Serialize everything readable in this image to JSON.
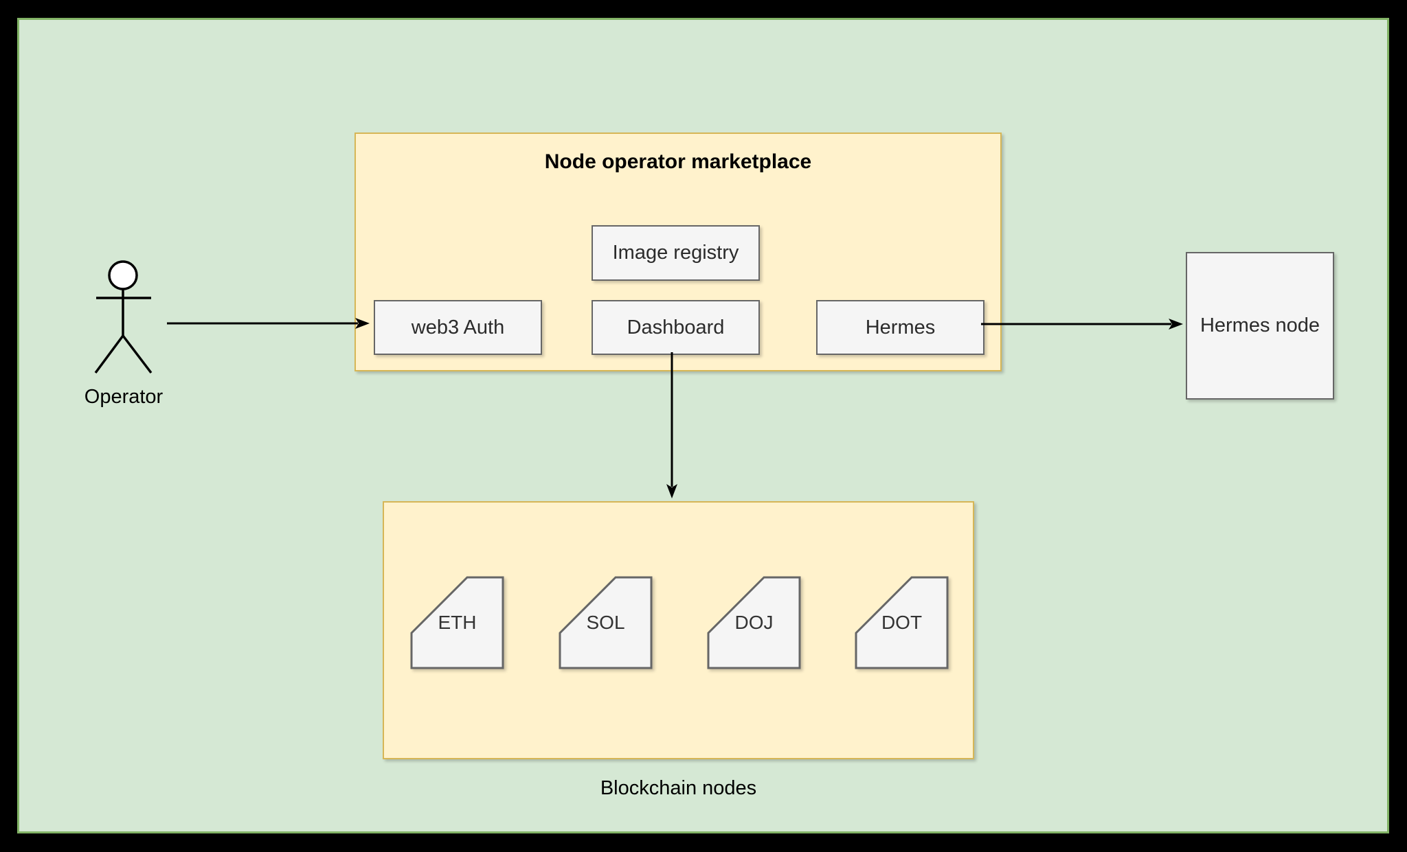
{
  "diagram": {
    "actor": {
      "label": "Operator"
    },
    "marketplace": {
      "title": "Node operator marketplace",
      "boxes": [
        {
          "id": "image-registry",
          "label": "Image registry"
        },
        {
          "id": "web3-auth",
          "label": "web3 Auth"
        },
        {
          "id": "dashboard",
          "label": "Dashboard"
        },
        {
          "id": "hermes",
          "label": "Hermes"
        }
      ]
    },
    "hermes_node": {
      "label": "Hermes node"
    },
    "blockchain": {
      "caption": "Blockchain nodes",
      "nodes": [
        {
          "label": "ETH"
        },
        {
          "label": "SOL"
        },
        {
          "label": "DOJ"
        },
        {
          "label": "DOT"
        }
      ]
    },
    "connections": [
      {
        "from": "Operator",
        "to": "web3 Auth"
      },
      {
        "from": "Hermes",
        "to": "Hermes node"
      },
      {
        "from": "Dashboard",
        "to": "Blockchain nodes"
      }
    ],
    "colors": {
      "frame": "#000000",
      "canvas_fill": "#D5E8D4",
      "canvas_border": "#82B366",
      "container_fill": "#FFF2CC",
      "container_border": "#D6B656",
      "node_fill": "#F5F5F5",
      "node_border": "#666666",
      "arrow": "#000000"
    }
  }
}
